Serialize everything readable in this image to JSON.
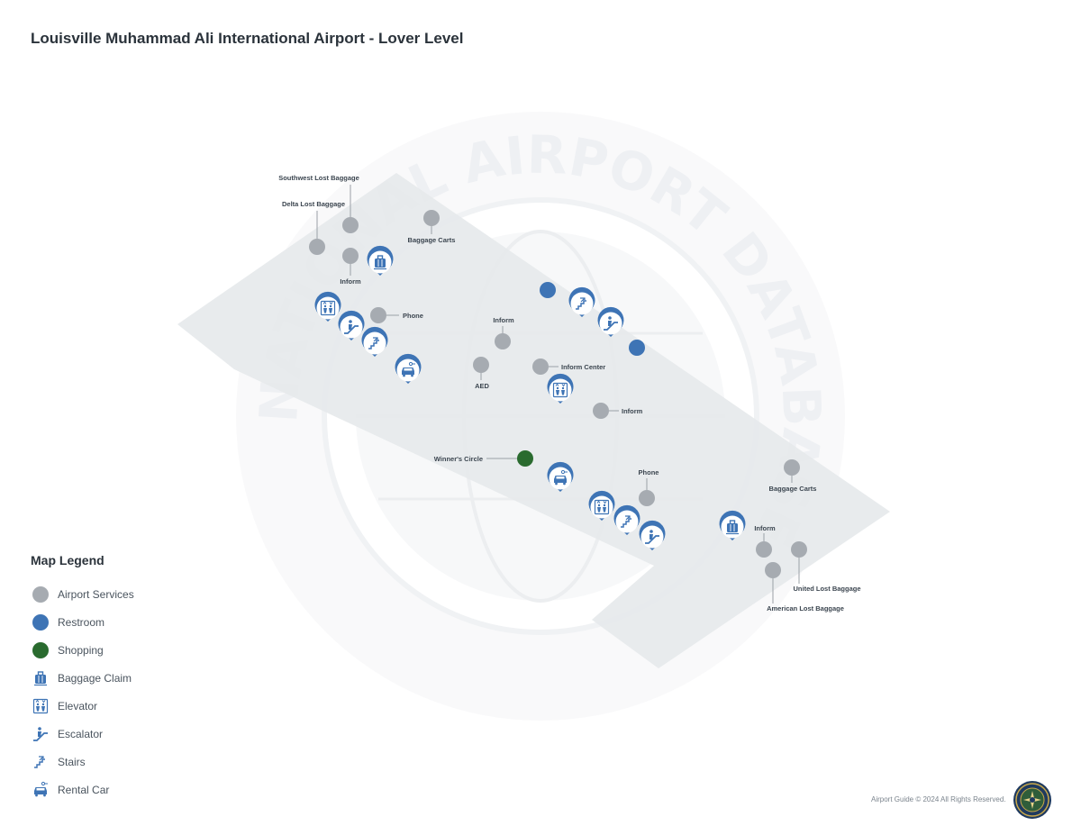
{
  "title": "Louisville Muhammad Ali International Airport - Lover Level",
  "watermark": {
    "text": "NATIONAL AIRPORT DATABASE"
  },
  "colors": {
    "airport_services": "#a6abb1",
    "restroom": "#3e74b5",
    "shopping": "#2a6b2f",
    "icon_blue": "#3e74b5",
    "floor": "#e9ecef"
  },
  "labels": {
    "southwest_lost_baggage": "Southwest Lost Baggage",
    "delta_lost_baggage": "Delta Lost Baggage",
    "baggage_carts_1": "Baggage Carts",
    "inform_1": "Inform",
    "phone_1": "Phone",
    "inform_2": "Inform",
    "aed": "AED",
    "inform_center": "Inform Center",
    "inform_3": "Inform",
    "winners_circle": "Winner's Circle",
    "phone_2": "Phone",
    "baggage_carts_2": "Baggage Carts",
    "inform_4": "Inform",
    "united_lost_baggage": "United Lost Baggage",
    "american_lost_baggage": "American Lost Baggage"
  },
  "legend": {
    "title": "Map Legend",
    "items": [
      {
        "label": "Airport Services",
        "icon": "gray-dot"
      },
      {
        "label": "Restroom",
        "icon": "blue-dot"
      },
      {
        "label": "Shopping",
        "icon": "green-dot"
      },
      {
        "label": "Baggage Claim",
        "icon": "baggage-claim-icon"
      },
      {
        "label": "Elevator",
        "icon": "elevator-icon"
      },
      {
        "label": "Escalator",
        "icon": "escalator-icon"
      },
      {
        "label": "Stairs",
        "icon": "stairs-icon"
      },
      {
        "label": "Rental Car",
        "icon": "rental-car-icon"
      }
    ]
  },
  "footer": {
    "copyright": "Airport Guide © 2024 All Rights Reserved."
  }
}
